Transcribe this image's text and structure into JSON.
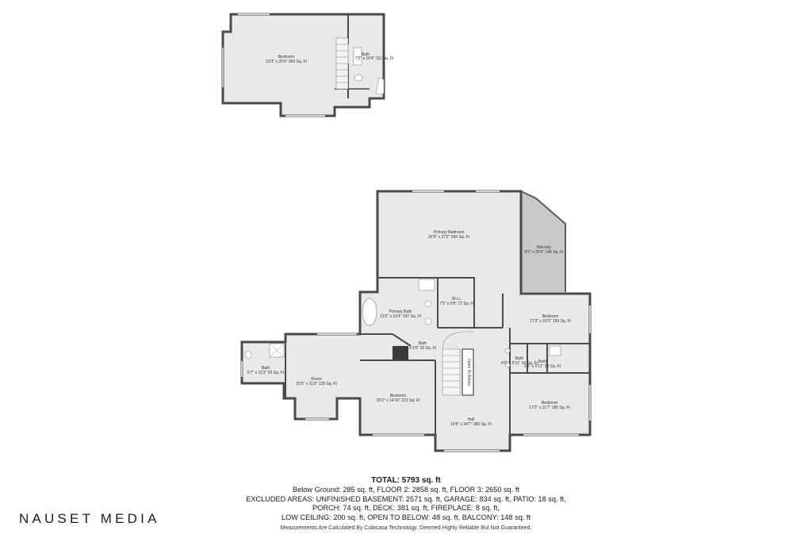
{
  "rooms": {
    "bedroom_top": {
      "name": "Bedroom",
      "size": "23'3\" x 20'4\" 363 Sq. Ft"
    },
    "bath_top": {
      "name": "Bath",
      "size": "7'0\" x 16'4\" 111 Sq. Ft"
    },
    "primary_bedroom": {
      "name": "Primary Bedroom",
      "size": "26'9\" x 27'2\" 560 Sq. Ft"
    },
    "balcony": {
      "name": "Balcony",
      "size": "8'3\" x 20'4\" 146 Sq. Ft"
    },
    "primary_bath": {
      "name": "Primary Bath",
      "size": "13'2\" x 16'4\" 197 Sq. Ft"
    },
    "wic": {
      "name": "W.i.c.",
      "size": "7'5\" x 9'9\" 72 Sq. Ft"
    },
    "bath_mid": {
      "name": "Bath",
      "size": "x 5'0\" 20 Sq. Ft"
    },
    "bedroom_right_top": {
      "name": "Bedroom",
      "size": "17'2\" x 10'3\" 159 Sq. Ft"
    },
    "bath_right_a": {
      "name": "Bath",
      "size": "6'0\" x 5'11\" 34 Sq. Ft"
    },
    "bath_right_b": {
      "name": "Bath",
      "size": "5'6\" x 5'11\" 33 Sq. Ft"
    },
    "bath_left": {
      "name": "Bath",
      "size": "6'7\" x 11'3\" 39 Sq. Ft"
    },
    "room": {
      "name": "Room",
      "size": "15'5\" x 11'9\" 125 Sq. Ft"
    },
    "bedroom_center": {
      "name": "Bedroom",
      "size": "15'2\" x 14'10\" 223 Sq. Ft"
    },
    "open_to_below": {
      "name": "Open To Below"
    },
    "hall": {
      "name": "Hall",
      "size": "14'5\" x 24'7\" 280 Sq. Ft"
    },
    "bedroom_right_bottom": {
      "name": "Bedroom",
      "size": "17'2\" x 11'7\" 180 Sq. Ft"
    }
  },
  "summary": {
    "total": "TOTAL: 5793 sq. ft",
    "line1": "Below Ground: 285 sq. ft, FLOOR 2: 2858 sq. ft, FLOOR 3: 2650 sq. ft",
    "line2": "EXCLUDED AREAS: UNFINISHED BASEMENT: 2571 sq. ft, GARAGE: 834 sq. ft, PATIO: 18 sq. ft,",
    "line3": "PORCH: 74 sq. ft, DECK: 381 sq. ft, FIREPLACE: 8 sq. ft,",
    "line4": "LOW CEILING: 200 sq. ft, OPEN TO BELOW: 48 sq. ft, BALCONY: 148 sq. ft",
    "note": "Measurements Are Calculated By Cubicasa Technology. Deemed Highly Reliable But Not Guaranteed."
  },
  "brand": "NAUSET MEDIA",
  "colors": {
    "wall": "#4a4a4a",
    "floor": "#e9e9e9",
    "balcony": "#c9c9c9",
    "background": "#ffffff"
  }
}
